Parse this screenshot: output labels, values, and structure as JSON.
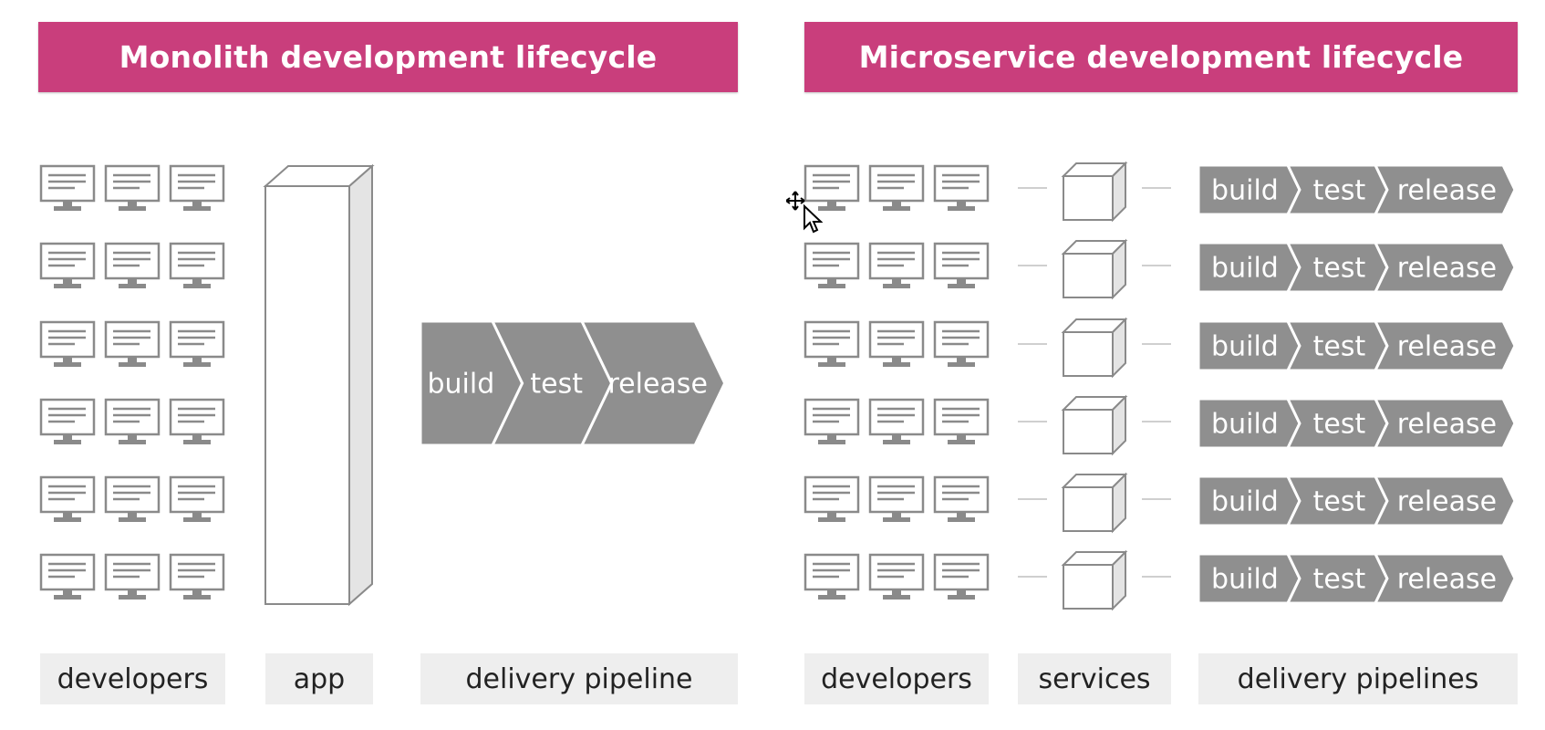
{
  "headers": {
    "monolith": "Monolith development lifecycle",
    "microservice": "Microservice development lifecycle"
  },
  "labels": {
    "monolith_developers": "developers",
    "app": "app",
    "delivery_pipeline": "delivery pipeline",
    "micro_developers": "developers",
    "services": "services",
    "delivery_pipelines": "delivery pipelines"
  },
  "pipeline_stages": [
    "build",
    "test",
    "release"
  ],
  "colors": {
    "header": "#c93e7c",
    "pipeline": "#8f8f8f",
    "label_bg": "#eeeeee",
    "outline": "#8a8a8a"
  },
  "icons": {
    "developer": "computer-monitor-icon",
    "app": "tall-box-icon",
    "service": "cube-icon",
    "cursor": "mouse-cursor-icon"
  }
}
